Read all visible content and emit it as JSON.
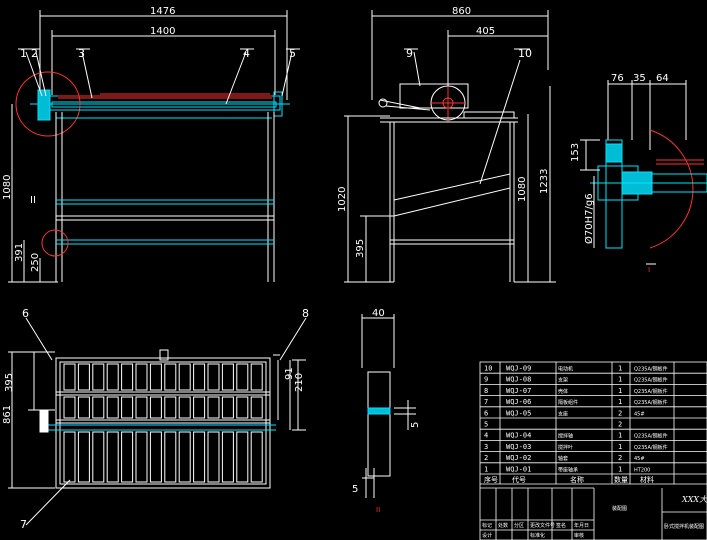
{
  "front_view": {
    "dim_overall": "1476",
    "dim_inner": "1400",
    "dim_height": "1080",
    "dim_391": "391",
    "dim_250": "250",
    "detail_mark": "II",
    "balloons": [
      "1",
      "2",
      "3",
      "4",
      "5"
    ]
  },
  "side_view": {
    "dim_width": "860",
    "dim_405": "405",
    "dim_1020": "1020",
    "dim_395": "395",
    "dim_1080": "1080",
    "dim_1233": "1233",
    "balloons": [
      "9",
      "10"
    ]
  },
  "detail_view": {
    "dim_76": "76",
    "dim_35": "35",
    "dim_64": "64",
    "dim_153": "153",
    "dim_fit": "Ø70H7/g6",
    "mark": "I"
  },
  "plan_view": {
    "dim_395": "395",
    "dim_861": "861",
    "dim_91": "91",
    "dim_210": "210",
    "balloons": [
      "6",
      "8",
      "7"
    ]
  },
  "section_view": {
    "dim_40": "40",
    "dim_5a": "5",
    "dim_5b": "5",
    "mark": "II"
  },
  "bom": {
    "rows": [
      {
        "no": "10",
        "code": "WQJ-09",
        "name": "电动机",
        "qty": "1",
        "mat": "Q235A/钢板件"
      },
      {
        "no": "9",
        "code": "WQJ-08",
        "name": "支架",
        "qty": "1",
        "mat": "Q235A/钢板件"
      },
      {
        "no": "8",
        "code": "WQJ-07",
        "name": "壳体",
        "qty": "1",
        "mat": "Q235A/钢板件"
      },
      {
        "no": "7",
        "code": "WQJ-06",
        "name": "隔板组件",
        "qty": "1",
        "mat": "Q235A/钢板件"
      },
      {
        "no": "6",
        "code": "WQJ-05",
        "name": "支座",
        "qty": "2",
        "mat": "45#"
      },
      {
        "no": "5",
        "code": "",
        "name": "",
        "qty": "2",
        "mat": ""
      },
      {
        "no": "4",
        "code": "WQJ-04",
        "name": "搅拌轴",
        "qty": "1",
        "mat": "Q235A/钢板件"
      },
      {
        "no": "3",
        "code": "WQJ-03",
        "name": "搅拌叶",
        "qty": "1",
        "mat": "Q235A/钢板件"
      },
      {
        "no": "2",
        "code": "WQJ-02",
        "name": "轴套",
        "qty": "2",
        "mat": "45#"
      },
      {
        "no": "1",
        "code": "WQJ-01",
        "name": "带座轴承",
        "qty": "1",
        "mat": "HT200"
      }
    ],
    "header": [
      "序号",
      "代号",
      "名称",
      "数量",
      "材料"
    ],
    "title_block": {
      "drawing_name": "装配图",
      "company": "XXX大学",
      "machine": "卧式搅拌机装配图",
      "labels": [
        "标记",
        "处数",
        "分区",
        "更改文件号",
        "签名",
        "年月日"
      ],
      "labels2": [
        "设计",
        "标准化",
        "审核"
      ]
    }
  }
}
